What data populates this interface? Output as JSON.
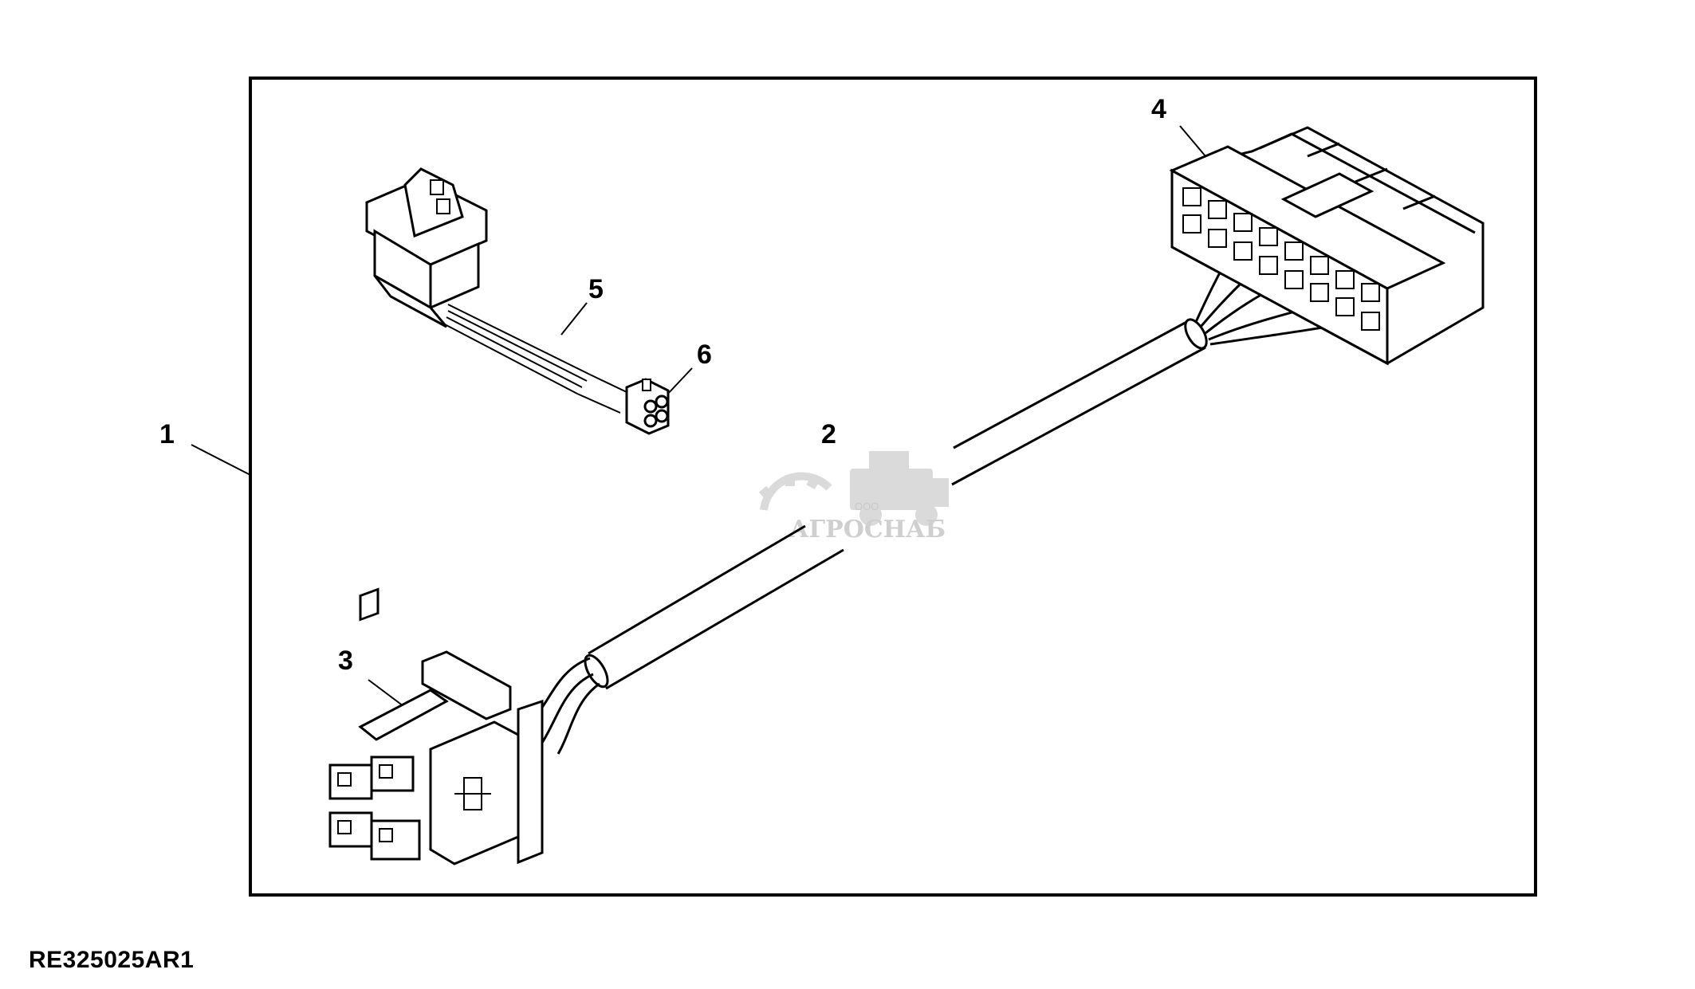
{
  "figure_id": "RE325025AR1",
  "callouts": {
    "c1": "1",
    "c2": "2",
    "c3": "3",
    "c4": "4",
    "c5": "5",
    "c6": "6"
  },
  "watermark": {
    "prefix": "ООО",
    "brand": "АГРОСНАБ"
  },
  "colors": {
    "ink": "#000000",
    "paper": "#ffffff",
    "watermark": "#c8c8c8"
  }
}
